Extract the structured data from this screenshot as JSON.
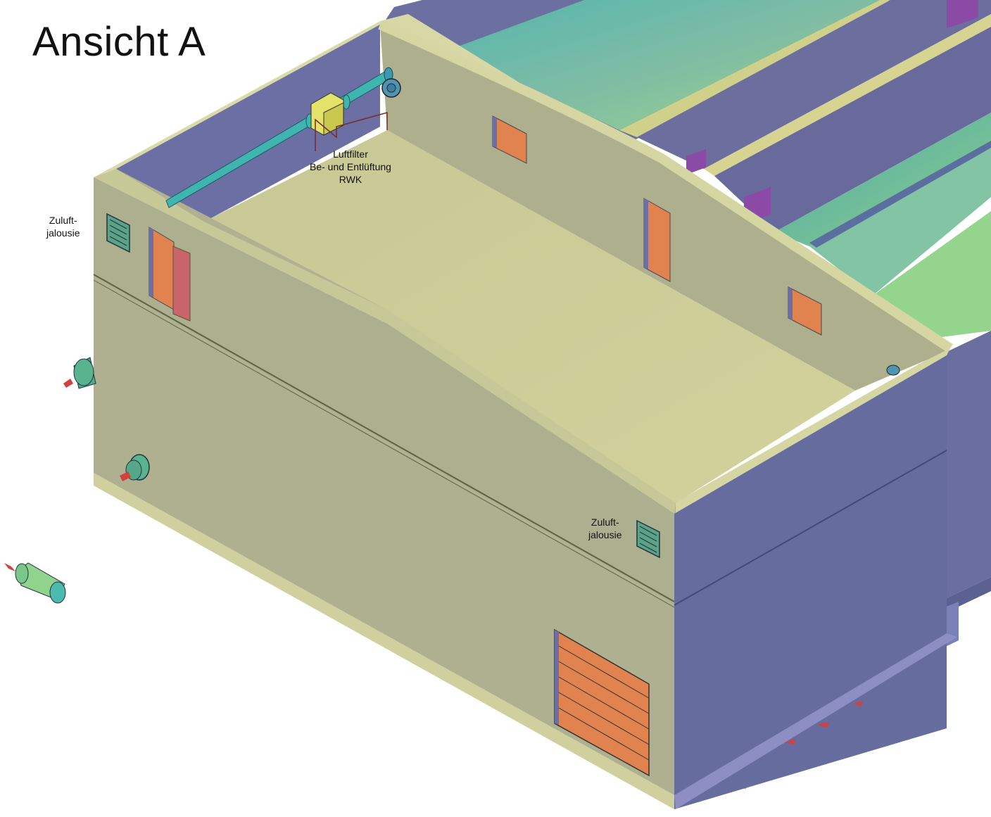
{
  "title": "Ansicht A",
  "labels": {
    "zuluft_left": [
      "Zuluft-",
      "jalousie"
    ],
    "luftfilter": [
      "Luftfilter",
      "Be- und Entlüftung",
      "RWK"
    ],
    "zuluft_front": [
      "Zuluft-",
      "jalousie"
    ]
  },
  "colors": {
    "wall_outer": "#adb090",
    "wall_inner": "#aeb190",
    "floor": "#cccc98",
    "wall_top": "#d8d8a8",
    "side_blue": "#666e9e",
    "door_orange": "#e0834f",
    "duct_teal": "#3fb5b0",
    "filter_yellow": "#e3e36a",
    "grille_green": "#5aa386",
    "roof_purple": "#8d4aa8"
  }
}
